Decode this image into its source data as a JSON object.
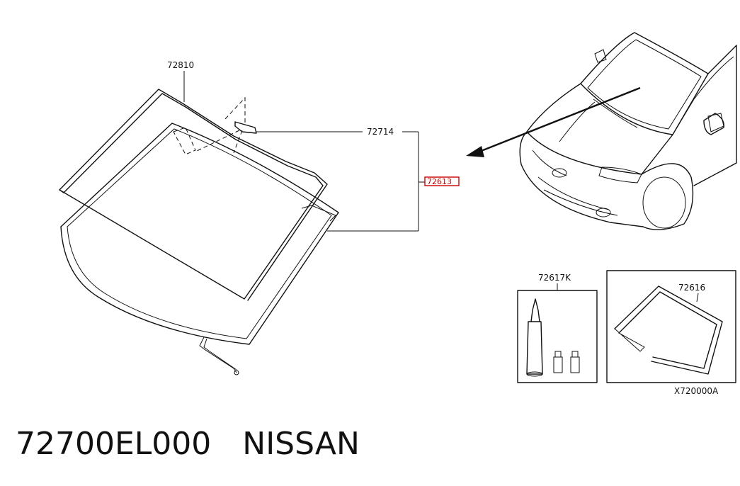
{
  "diagram": {
    "callouts": {
      "molding": "72810",
      "mirror_base": "72714",
      "highlighted_part": "72613",
      "sealant_kit": "72617K",
      "dam_rubber": "72616"
    },
    "figure_code": "X720000A",
    "highlight_color": "#cc0000"
  },
  "footer": {
    "part_number": "72700EL000",
    "brand": "NISSAN"
  }
}
